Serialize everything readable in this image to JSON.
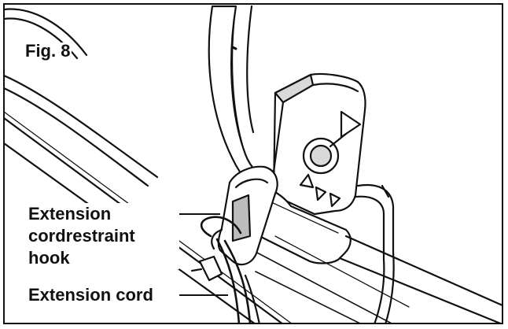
{
  "figure": {
    "label": "Fig. 8"
  },
  "callouts": {
    "hook": {
      "line1": "Extension",
      "line2": "cordrestraint",
      "line3": "hook"
    },
    "cord": {
      "text": "Extension cord"
    }
  },
  "colors": {
    "ink": "#111111",
    "fill_light": "#d9d9d9",
    "fill_mid": "#bcbcbc",
    "background": "#ffffff"
  }
}
